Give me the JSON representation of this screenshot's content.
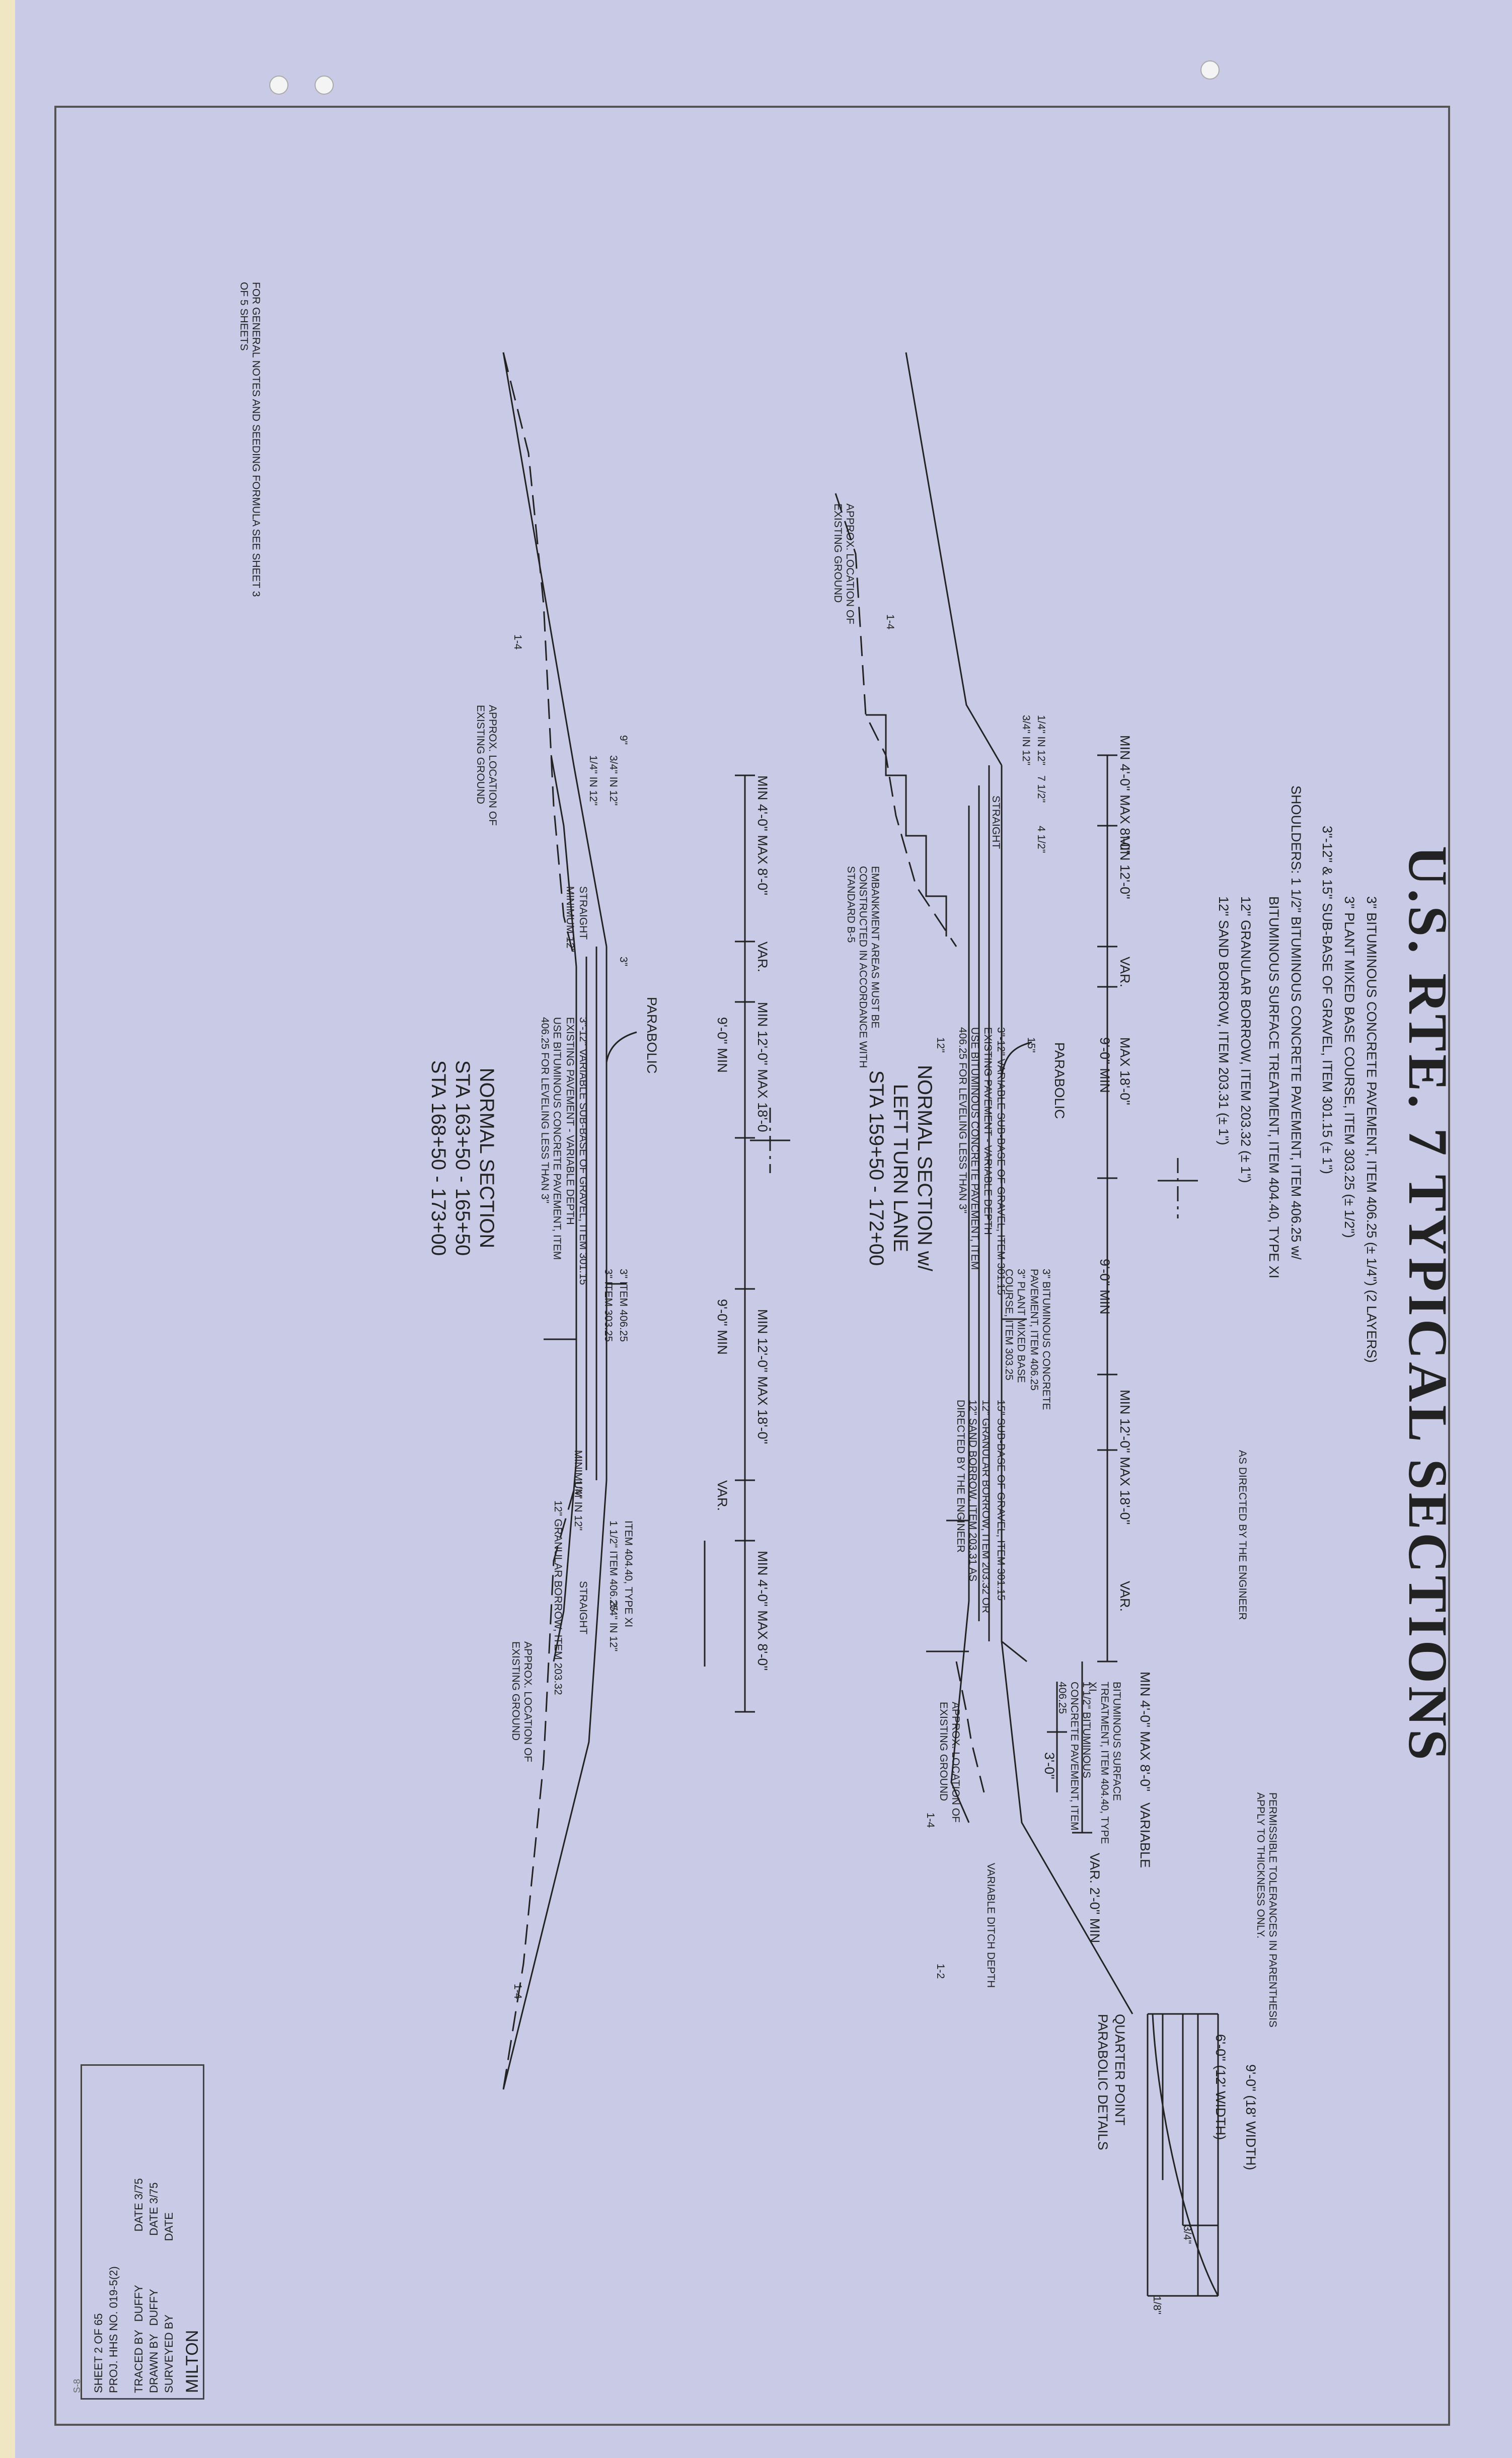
{
  "title": "U.S. RTE. 7 TYPICAL SECTIONS",
  "pavement_notes": [
    "3\"   BITUMINOUS CONCRETE PAVEMENT, ITEM 406.25  (± 1/4\")  (2 LAYERS)",
    "3\"   PLANT MIXED BASE COURSE, ITEM 303.25  (± 1/2\")",
    "3\"-12\" & 15\"   SUB-BASE OF GRAVEL, ITEM 301.15  (± 1\")",
    "SHOULDERS:  1 1/2\"   BITUMINOUS CONCRETE PAVEMENT, ITEM 406.25  w/",
    "BITUMINOUS SURFACE TREATMENT, ITEM 404.40, TYPE XI",
    "12\"   GRANULAR BORROW, ITEM 203.32  (± 1\")",
    "12\"   SAND BORROW, ITEM 203.31  (± 1\")"
  ],
  "as_directed_note": "AS DIRECTED BY THE ENGINEER",
  "tolerance_note": "PERMISSIBLE TOLERANCES IN PARENTHESIS APPLY TO THICKNESS ONLY.",
  "general_notes": "FOR GENERAL NOTES AND SEEDING FORMULA SEE SHEET 3 OF 5 SHEETS",
  "sections": {
    "left_turn": {
      "caption": [
        "NORMAL SECTION  w/",
        "LEFT TURN LANE",
        "STA 159+50 - 172+00"
      ],
      "dims": [
        "MIN 4'-0\" MAX 8'-0\"",
        "MIN 12'-0\"",
        "VAR.",
        "MAX 18'-0\"",
        "9'-0\" MIN",
        "9'-0\" MIN",
        "MIN 12'-0\"  MAX 18'-0\"",
        "VAR.",
        "MIN 4'-0\" MAX 8'-0\"",
        "VARIABLE",
        "VAR. 2'-0\" MIN"
      ],
      "notes": [
        "PARABOLIC",
        "1/4\" IN 12\"",
        "3/4\" IN 12\"",
        "7 1/2\"",
        "4 1/2\"",
        "STRAIGHT",
        "1-4",
        "1-4",
        "1-2",
        "APPROX. LOCATION OF EXISTING GROUND",
        "EMBANKMENT AREAS MUST BE CONSTRUCTED IN ACCORDANCE WITH STANDARD B-5",
        "3\"-12\" VARIABLE SUB-BASE OF GRAVEL, ITEM 301.15",
        "EXISTING PAVEMENT - VARIABLE DEPTH",
        "USE BITUMINOUS CONCRETE PAVEMENT, ITEM 406.25 FOR LEVELING LESS THAN 3\"",
        "3\" BITUMINOUS CONCRETE PAVEMENT, ITEM 406.25",
        "3\" PLANT MIXED BASE COURSE, ITEM 303.25",
        "15\" SUB-BASE OF GRAVEL, ITEM 301.15",
        "12\" GRANULAR BORROW, ITEM 203.32 OR",
        "12\" SAND BORROW, ITEM 203.31 AS DIRECTED BY THE ENGINEER",
        "1 1/2\" BITUMINOUS CONCRETE PAVEMENT, ITEM 406.25",
        "BITUMINOUS SURFACE TREATMENT, ITEM 404.40, TYPE XI",
        "3'-0\"",
        "VARIABLE DITCH DEPTH",
        "APPROX. LOCATION OF EXISTING GROUND",
        "12\"",
        "15\""
      ]
    },
    "normal": {
      "caption": [
        "NORMAL SECTION",
        "STA 163+50 - 165+50",
        "STA 168+50 - 173+00"
      ],
      "dims": [
        "MIN 4'-0\" MAX 8'-0\"",
        "MIN 12'-0\"  MAX 18'-0",
        "VAR.",
        "9'-0\" MIN",
        "9'-0\" MIN",
        "MIN 12'-0\"  MAX 18'-0\"",
        "VAR.",
        "MIN 4'-0\" MAX 8'-0\""
      ],
      "notes": [
        "PARABOLIC",
        "1/4\" IN 12\"",
        "3/4\" IN 12\"",
        "9\"",
        "3\"",
        "STRAIGHT",
        "MINIMUM 12\"",
        "1-4",
        "1-4",
        "APPROX. LOCATION OF EXISTING GROUND",
        "3\"-12\" VARIABLE SUB-BASE OF GRAVEL, ITEM 301.15",
        "EXISTING PAVEMENT - VARIABLE DEPTH",
        "USE BITUMINOUS CONCRETE PAVEMENT, ITEM 406.25 FOR LEVELING LESS THAN 3\"",
        "3\" ITEM 406.25",
        "3\" ITEM 303.25",
        "1 1/2\" ITEM 406.25",
        "ITEM 404.40, TYPE XI",
        "12\" GRANULAR BORROW, ITEM 203.32",
        "APPROX. LOCATION OF EXISTING GROUND",
        "1/4\" IN 12\"",
        "3/4\" IN 12\"",
        "STRAIGHT",
        "MINIMUM"
      ]
    }
  },
  "parabolic_detail": {
    "caption": [
      "QUARTER POINT",
      "PARABOLIC DETAILS"
    ],
    "dims": [
      "9'-0\" (18' WIDTH)",
      "6'-0\" (12' WIDTH)",
      "3/4\"",
      "1/8\""
    ]
  },
  "title_block": {
    "town": "MILTON",
    "rows": [
      {
        "label": "SURVEYED BY",
        "value": "",
        "date": "DATE"
      },
      {
        "label": "DRAWN BY",
        "value": "DUFFY",
        "date": "DATE 3/75"
      },
      {
        "label": "TRACED BY",
        "value": "DUFFY",
        "date": "DATE 3/75"
      }
    ],
    "project": "PROJ. HHS NO. 019-5(2)",
    "sheet": "SHEET 2 OF 65",
    "sheet_small": "S-8"
  },
  "colors": {
    "paper": "#c9cbe6",
    "ink": "#222222",
    "frame": "#555555",
    "edge_strip": "#efe6c4"
  }
}
